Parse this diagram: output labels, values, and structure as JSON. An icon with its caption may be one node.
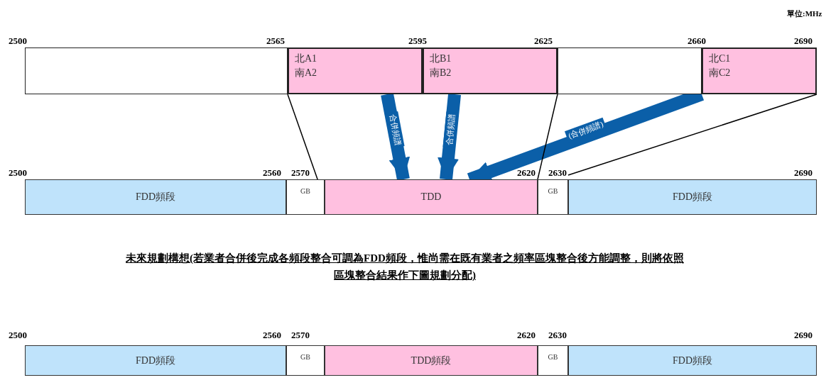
{
  "diagram": {
    "nodes": [
      {
        "text": [],
        "shape": "box"
      },
      {
        "text": [
          "北A1",
          "南A2"
        ]
      },
      {
        "text": [
          "北B1",
          "南B2"
        ]
      },
      {
        "text": [],
        "shape": "box"
      },
      {
        "text": [
          "北C1",
          "南C2"
        ]
      },
      {
        "text": [
          "FDD頻段"
        ]
      },
      {
        "text": [
          "GB"
        ]
      },
      {
        "text": [
          "TDD"
        ]
      },
      {
        "text": [
          "GB"
        ]
      },
      {
        "text": [
          "FDD頻段"
        ]
      },
      {
        "text": [
          "FDD頻段"
        ]
      },
      {
        "text": [
          "GB"
        ]
      },
      {
        "text": [
          "TDD頻段"
        ]
      },
      {
        "text": [
          "GB"
        ]
      },
      {
        "text": [
          "FDD頻段"
        ]
      }
    ],
    "edges": [
      {
        "from": 1,
        "to": 7,
        "arrow": "to",
        "label": "合併頻譜",
        "style": "thick",
        "color": "#0b5fa8"
      },
      {
        "from": 2,
        "to": 7,
        "arrow": "to",
        "label": "合併頻譜",
        "style": "thick",
        "color": "#0b5fa8"
      },
      {
        "from": 4,
        "to": 7,
        "arrow": "to",
        "label": "(合併頻譜)",
        "style": "thick",
        "color": "#0b5fa8"
      },
      {
        "from": 1,
        "to": 7,
        "arrow": "none",
        "color": "#000000"
      },
      {
        "from": 2,
        "to": 7,
        "arrow": "none",
        "color": "#000000"
      },
      {
        "from": 4,
        "to": 9,
        "arrow": "none",
        "color": "#000000"
      }
    ],
    "labels": [
      "單位:MHz",
      "2500",
      "2565",
      "2595",
      "2625",
      "2660",
      "2690",
      "2500",
      "2560",
      "2570",
      "2620",
      "2630",
      "2690",
      "未來規劃構想(若業者合併後完成各頻段整合可調為FDD頻段，惟尚需在既有業者之頻率區塊整合後方能調整，則將依照區塊整合結果作下圖規劃分配)",
      "2500",
      "2560",
      "2570",
      "2620",
      "2630",
      "2690"
    ]
  }
}
